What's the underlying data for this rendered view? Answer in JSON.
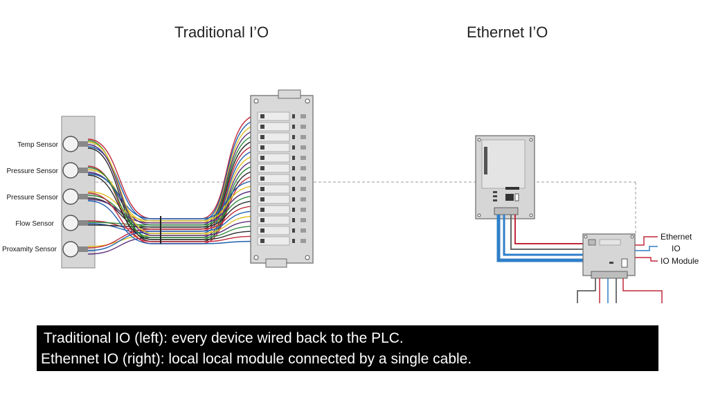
{
  "titles": {
    "left": "Traditional I’O",
    "right": "Ethernet I’O"
  },
  "sensors": [
    "Temp Sensor",
    "Pressure Sensor",
    "Pressure Sensor",
    "Flow Sensor",
    "Proxamity Sensor"
  ],
  "io_module_labels": [
    "Ethernet",
    "IO",
    "IO Module"
  ],
  "caption": {
    "line1": "Traditional IO (left): every device wired back to the PLC.",
    "line2": "Ethennet IO (right): local local module connected by a single cable."
  },
  "colors": {
    "wire_red": "#c0283a",
    "wire_blue": "#1e5fb0",
    "wire_yellow": "#e0c020",
    "wire_purple": "#5a2f7a",
    "wire_green": "#2e8a3a",
    "cable_blue": "#2f7fc8",
    "panel_gray": "#d4d4d4"
  },
  "icons": [
    "sensor-dial-icon",
    "terminal-block-icon",
    "plc-icon",
    "ethernet-io-module-icon"
  ]
}
